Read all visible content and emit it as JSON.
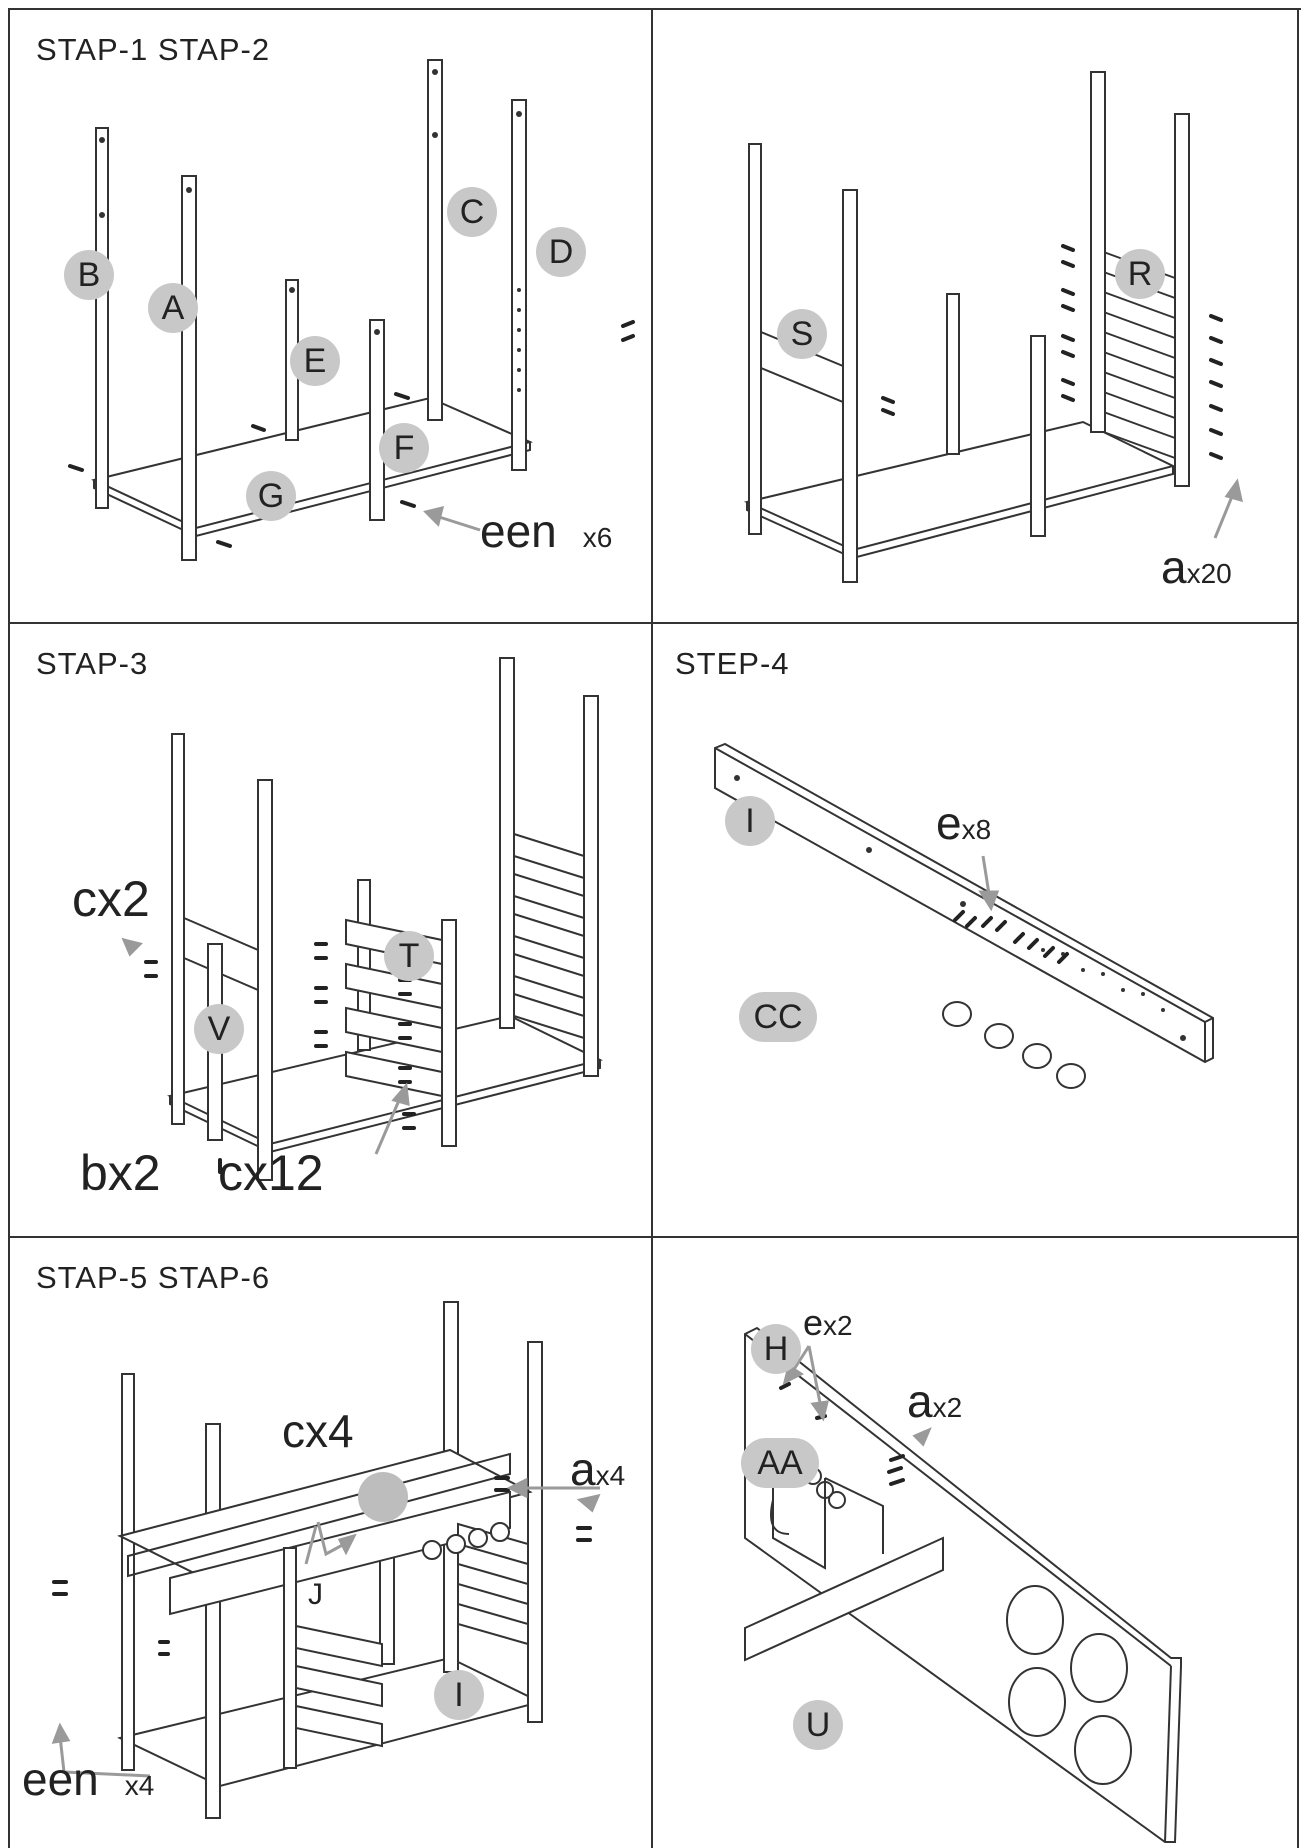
{
  "steps": {
    "p1_title": "STAP-1   STAP-2",
    "p3_title": "STAP-3",
    "p4_title": "STEP-4",
    "p5_title": "STAP-5   STAP-6"
  },
  "parts": {
    "B": "B",
    "A": "A",
    "C": "C",
    "D": "D",
    "E": "E",
    "F": "F",
    "G": "G",
    "S": "S",
    "R": "R",
    "T": "T",
    "V": "V",
    "I": "I",
    "CC": "CC",
    "J": "J",
    "H": "H",
    "AA": "AA",
    "U": "U",
    "I2": "I"
  },
  "callouts": {
    "p1_een": "een",
    "p1_x6": "x6",
    "p2_a": "a",
    "p2_x20": "x20",
    "p3_cx2": "cx2",
    "p3_bx2": "bx2",
    "p3_cx12": "cx12",
    "p4_e": "e",
    "p4_x8": "x8",
    "p5_cx4": "cx4",
    "p5_a": "a",
    "p5_x4a": "x4",
    "p5_een": "een",
    "p5_x4b": "x4",
    "p6_e": "e",
    "p6_x2e": "x2",
    "p6_a": "a",
    "p6_x2a": "x2"
  },
  "colors": {
    "label_fill": "#c8c8c8",
    "line": "#333333",
    "arrow": "#9a9a9a"
  }
}
